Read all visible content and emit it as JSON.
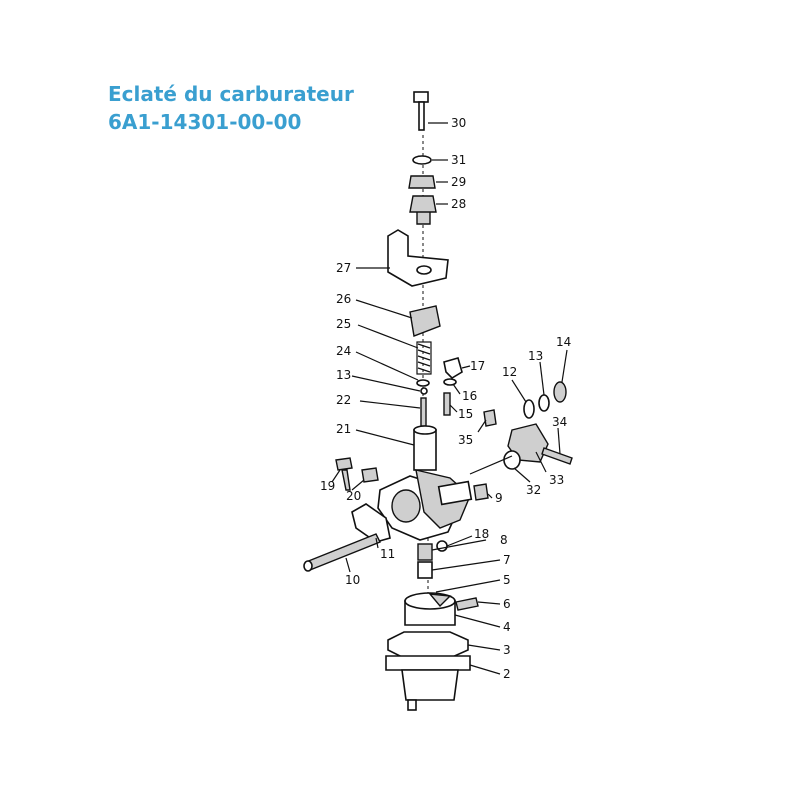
{
  "title_lines": [
    "Eclaté du carburateur",
    "6A1-14301-00-00"
  ],
  "callouts": [
    "30",
    "31",
    "29",
    "28",
    "27",
    "26",
    "25",
    "24",
    "13",
    "22",
    "21",
    "17",
    "16",
    "15",
    "12",
    "13",
    "14",
    "35",
    "34",
    "32",
    "33",
    "19",
    "20",
    "9",
    "11",
    "10",
    "18",
    "8",
    "7",
    "5",
    "6",
    "4",
    "3",
    "2"
  ]
}
